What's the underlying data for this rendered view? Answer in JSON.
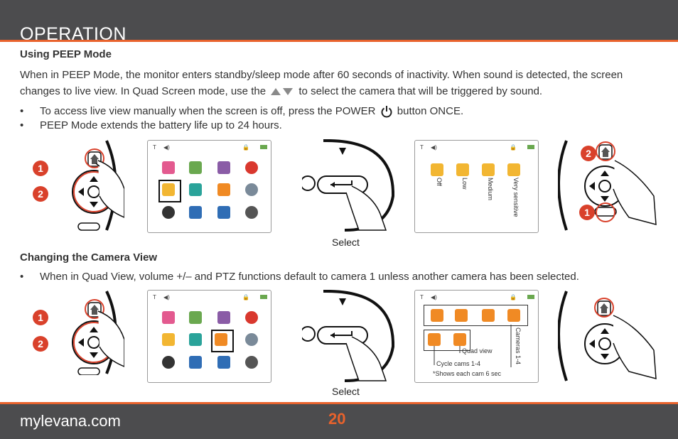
{
  "header": {
    "section_title": "OPERATION"
  },
  "peep": {
    "heading": "Using PEEP Mode",
    "para_part1": "When in PEEP Mode, the monitor enters standby/sleep mode after 60 seconds of inactivity. When sound is detected, the screen changes to live view. In Quad Screen mode, use the",
    "para_part2": "to select the camera that will be triggered by sound.",
    "bullet1_part1": "To access live view manually when the screen is off, press the POWER",
    "bullet1_part2": "button ONCE.",
    "bullet2": "PEEP Mode extends the battery life up to 24 hours.",
    "caption": "Select",
    "callout_a": "1",
    "callout_b": "2",
    "callout_c": "2",
    "callout_d": "1",
    "sensitivity": [
      "Off",
      "Low",
      "Medium",
      "Very sensitive"
    ]
  },
  "camera_view": {
    "heading": "Changing the Camera View",
    "bullet1": "When in Quad View, volume +/– and PTZ functions default to camera 1 unless another camera has been selected.",
    "caption": "Select",
    "callout_a": "1",
    "callout_b": "2",
    "cameras_label": "Cameras 1-4",
    "quad_view": "Quad view",
    "cycle": "Cycle cams 1-4",
    "note": "*Shows each cam 6 sec"
  },
  "footer": {
    "site": "mylevana.com",
    "page": "20"
  },
  "colors": {
    "accent": "#e8622c",
    "bar": "#4c4c4e",
    "callout_red": "#d9412b",
    "icon_pink": "#e35a8f",
    "icon_green": "#6aa84f",
    "icon_purple": "#8a5ca6",
    "icon_red": "#d9382e",
    "icon_yellow": "#f2b632",
    "icon_teal": "#2aa39a",
    "icon_orange": "#f08a24",
    "icon_gray": "#7a8a99",
    "icon_blue": "#2f6db5"
  }
}
